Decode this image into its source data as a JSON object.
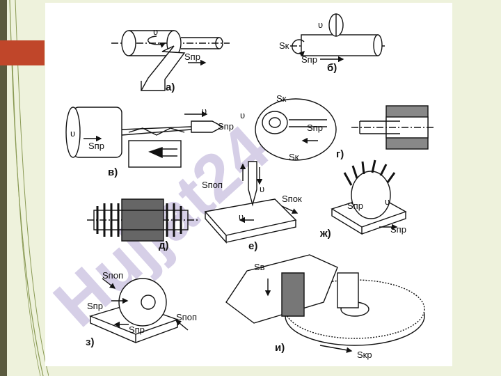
{
  "watermark": "Hujjat24",
  "panels": {
    "a": {
      "caption": "а)",
      "v": "υ",
      "feed": "Sпр"
    },
    "b": {
      "caption": "б)",
      "v": "υ",
      "circ": "Sк",
      "feed": "Sпр"
    },
    "v": {
      "caption": "в)",
      "v_left": "υ",
      "v_right": "υ",
      "feed_left": "Sпр",
      "feed_right": "Sпр"
    },
    "g": {
      "caption": "г)",
      "v": "υ",
      "circ_top": "Sк",
      "circ_bottom": "Sк",
      "feed": "Sпр"
    },
    "d": {
      "caption": "д)"
    },
    "e": {
      "caption": "е)",
      "plunge": "Sпоп",
      "v_top": "υ",
      "v_bottom": "υ",
      "long": "Sпок"
    },
    "zh": {
      "caption": "ж)",
      "feed_top": "Sпр",
      "v": "υ",
      "feed_bottom": "Sпр"
    },
    "z": {
      "caption": "з)",
      "plunge_top": "Sпоп",
      "feed_left": "Sпр",
      "feed_bottom": "Sпр",
      "plunge_right": "Sпоп"
    },
    "i": {
      "caption": "и)",
      "vertical": "Sв",
      "radial": "Sкр"
    }
  }
}
